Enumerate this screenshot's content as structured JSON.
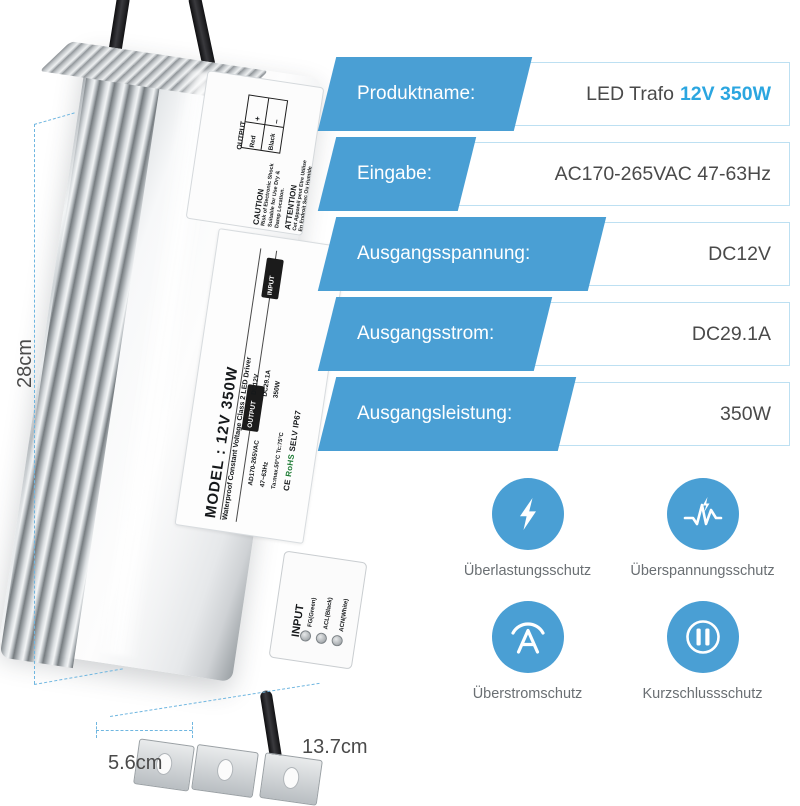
{
  "specs": {
    "rows": [
      {
        "key": "Produktname:",
        "value": "LED Trafo ",
        "accent": "12V 350W"
      },
      {
        "key": "Eingabe:",
        "value": "AC170-265VAC   47-63Hz",
        "accent": ""
      },
      {
        "key": "Ausgangsspannung:",
        "value": "DC12V",
        "accent": ""
      },
      {
        "key": "Ausgangsstrom:",
        "value": "DC29.1A",
        "accent": ""
      },
      {
        "key": "Ausgangsleistung:",
        "value": "350W",
        "accent": ""
      }
    ]
  },
  "features": [
    {
      "icon": "lightning-bolt-icon",
      "label": "Überlastungsschutz"
    },
    {
      "icon": "voltage-waveform-icon",
      "label": "Überspannungsschutz"
    },
    {
      "icon": "ampere-arc-icon",
      "label": "Überstromschutz"
    },
    {
      "icon": "short-circuit-icon",
      "label": "Kurzschlussschutz"
    }
  ],
  "dimensions": {
    "height": "28cm",
    "depth": "5.6cm",
    "width": "13.7cm"
  },
  "product_label": {
    "model": "MODEL : 12V 350W",
    "subtitle": "Waterproof Constant Voltage Class 2 LED Driver",
    "input_tag": "INPUT",
    "input_voltage": "AD170-265VAC",
    "input_freq": "47~63Hz",
    "temp": "Ta:max.50°C    Tc:75°C",
    "cert_ce": "CE",
    "cert_rohs": "RoHS",
    "cert_selv": "SELV  IP67",
    "output_tag": "OUTPUT",
    "output_voltage": "DC12V",
    "output_current": "DC29.1A",
    "output_power": "350W"
  },
  "top_plate": {
    "output_title": "OUTPUT",
    "plus": "+",
    "minus": "–",
    "red": "Red",
    "black": "Black",
    "caution_title": "CAUTION",
    "caution_l1": "Risk of Electronic Shock",
    "caution_l2": "Suitable for Use Dry &",
    "caution_l3": "Damp Location.",
    "attention_title": "ATTENTION",
    "attention_l1": "Cet Appareil peut Etre Utilise",
    "attention_l2": "En Endroit Sec Ou Humide"
  },
  "bottom_plate": {
    "title": "INPUT",
    "terminals": [
      "FG(Green)",
      "ACL(Black)",
      "ACN(White)"
    ]
  },
  "colors": {
    "blue": "#4a9fd4",
    "accent_blue": "#2ba6e0",
    "border_blue": "#bde0f2",
    "text_gray": "#4a4a4a",
    "label_gray": "#6a6f73"
  }
}
